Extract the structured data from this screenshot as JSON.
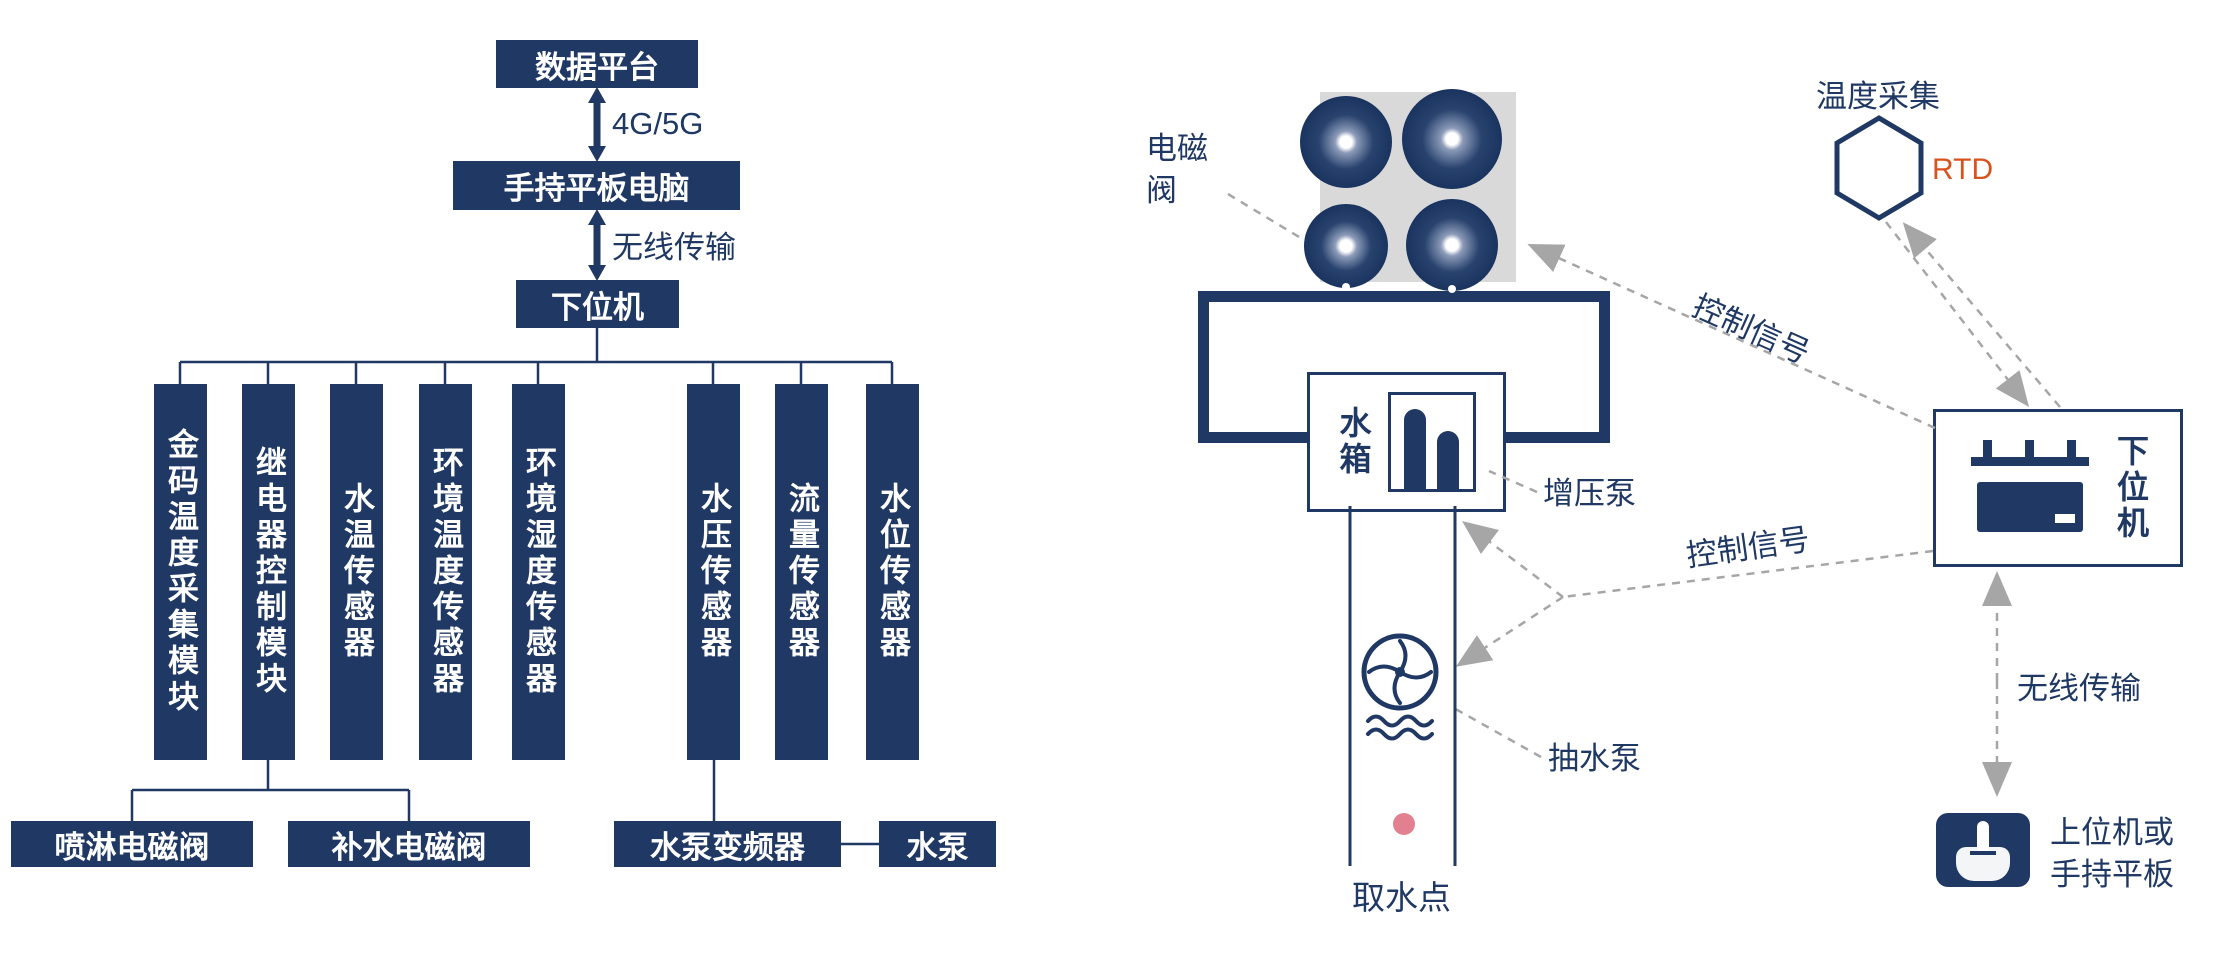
{
  "colors": {
    "navy": "#1f3864",
    "dash_gray": "#a6a6a6",
    "orange": "#d9531e",
    "pink_dot": "#e2808f",
    "pad_gray": "#d9d9d9",
    "white": "#ffffff"
  },
  "left": {
    "data_platform": "数据平台",
    "link_4g": "4G/5G",
    "handheld_tablet": "手持平板电脑",
    "link_wireless": "无线传输",
    "lower_machine": "下位机",
    "modules": [
      "金码温度采集模块",
      "继电器控制模块",
      "水温传感器",
      "环境温度传感器",
      "环境湿度传感器",
      "水压传感器",
      "流量传感器",
      "水位传感器"
    ],
    "spray_valve": "喷淋电磁阀",
    "refill_valve": "补水电磁阀",
    "vfd": "水泵变频器",
    "pump": "水泵"
  },
  "right": {
    "solenoid_valve": "电磁阀",
    "water_tank": "水箱",
    "booster_pump": "增压泵",
    "temp_collect": "温度采集",
    "rtd": "RTD",
    "control_signal_top": "控制信号",
    "control_signal_bottom": "控制信号",
    "lower_machine": "下位机",
    "suction_pump": "抽水泵",
    "water_point": "取水点",
    "wireless": "无线传输",
    "host": "上位机或手持平板"
  }
}
